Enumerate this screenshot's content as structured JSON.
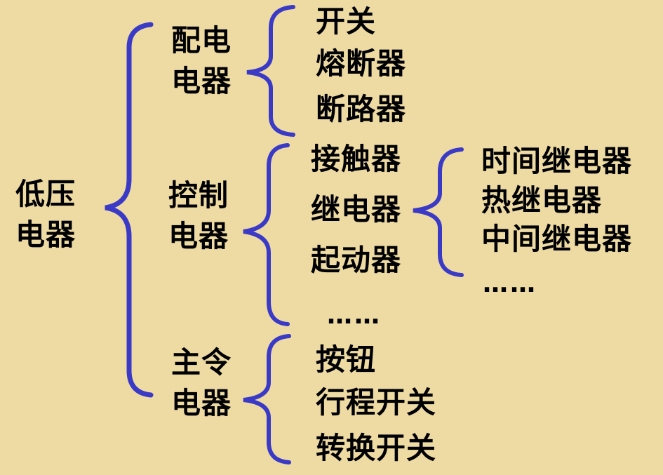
{
  "colors": {
    "background": "#EEDBA4",
    "brace": "#3A3AC6",
    "text": "#000000"
  },
  "root": {
    "line1": "低压",
    "line2": "电器"
  },
  "groups": [
    {
      "line1": "配电",
      "line2": "电器",
      "items": [
        "开关",
        "熔断器",
        "断路器"
      ]
    },
    {
      "line1": "控制",
      "line2": "电器",
      "items": [
        "接触器",
        "继电器",
        "起动器",
        "……"
      ]
    },
    {
      "line1": "主令",
      "line2": "电器",
      "items": [
        "按钮",
        "行程开关",
        "转换开关"
      ]
    }
  ],
  "relay_types": [
    "时间继电器",
    "热继电器",
    "中间继电器",
    "……"
  ]
}
